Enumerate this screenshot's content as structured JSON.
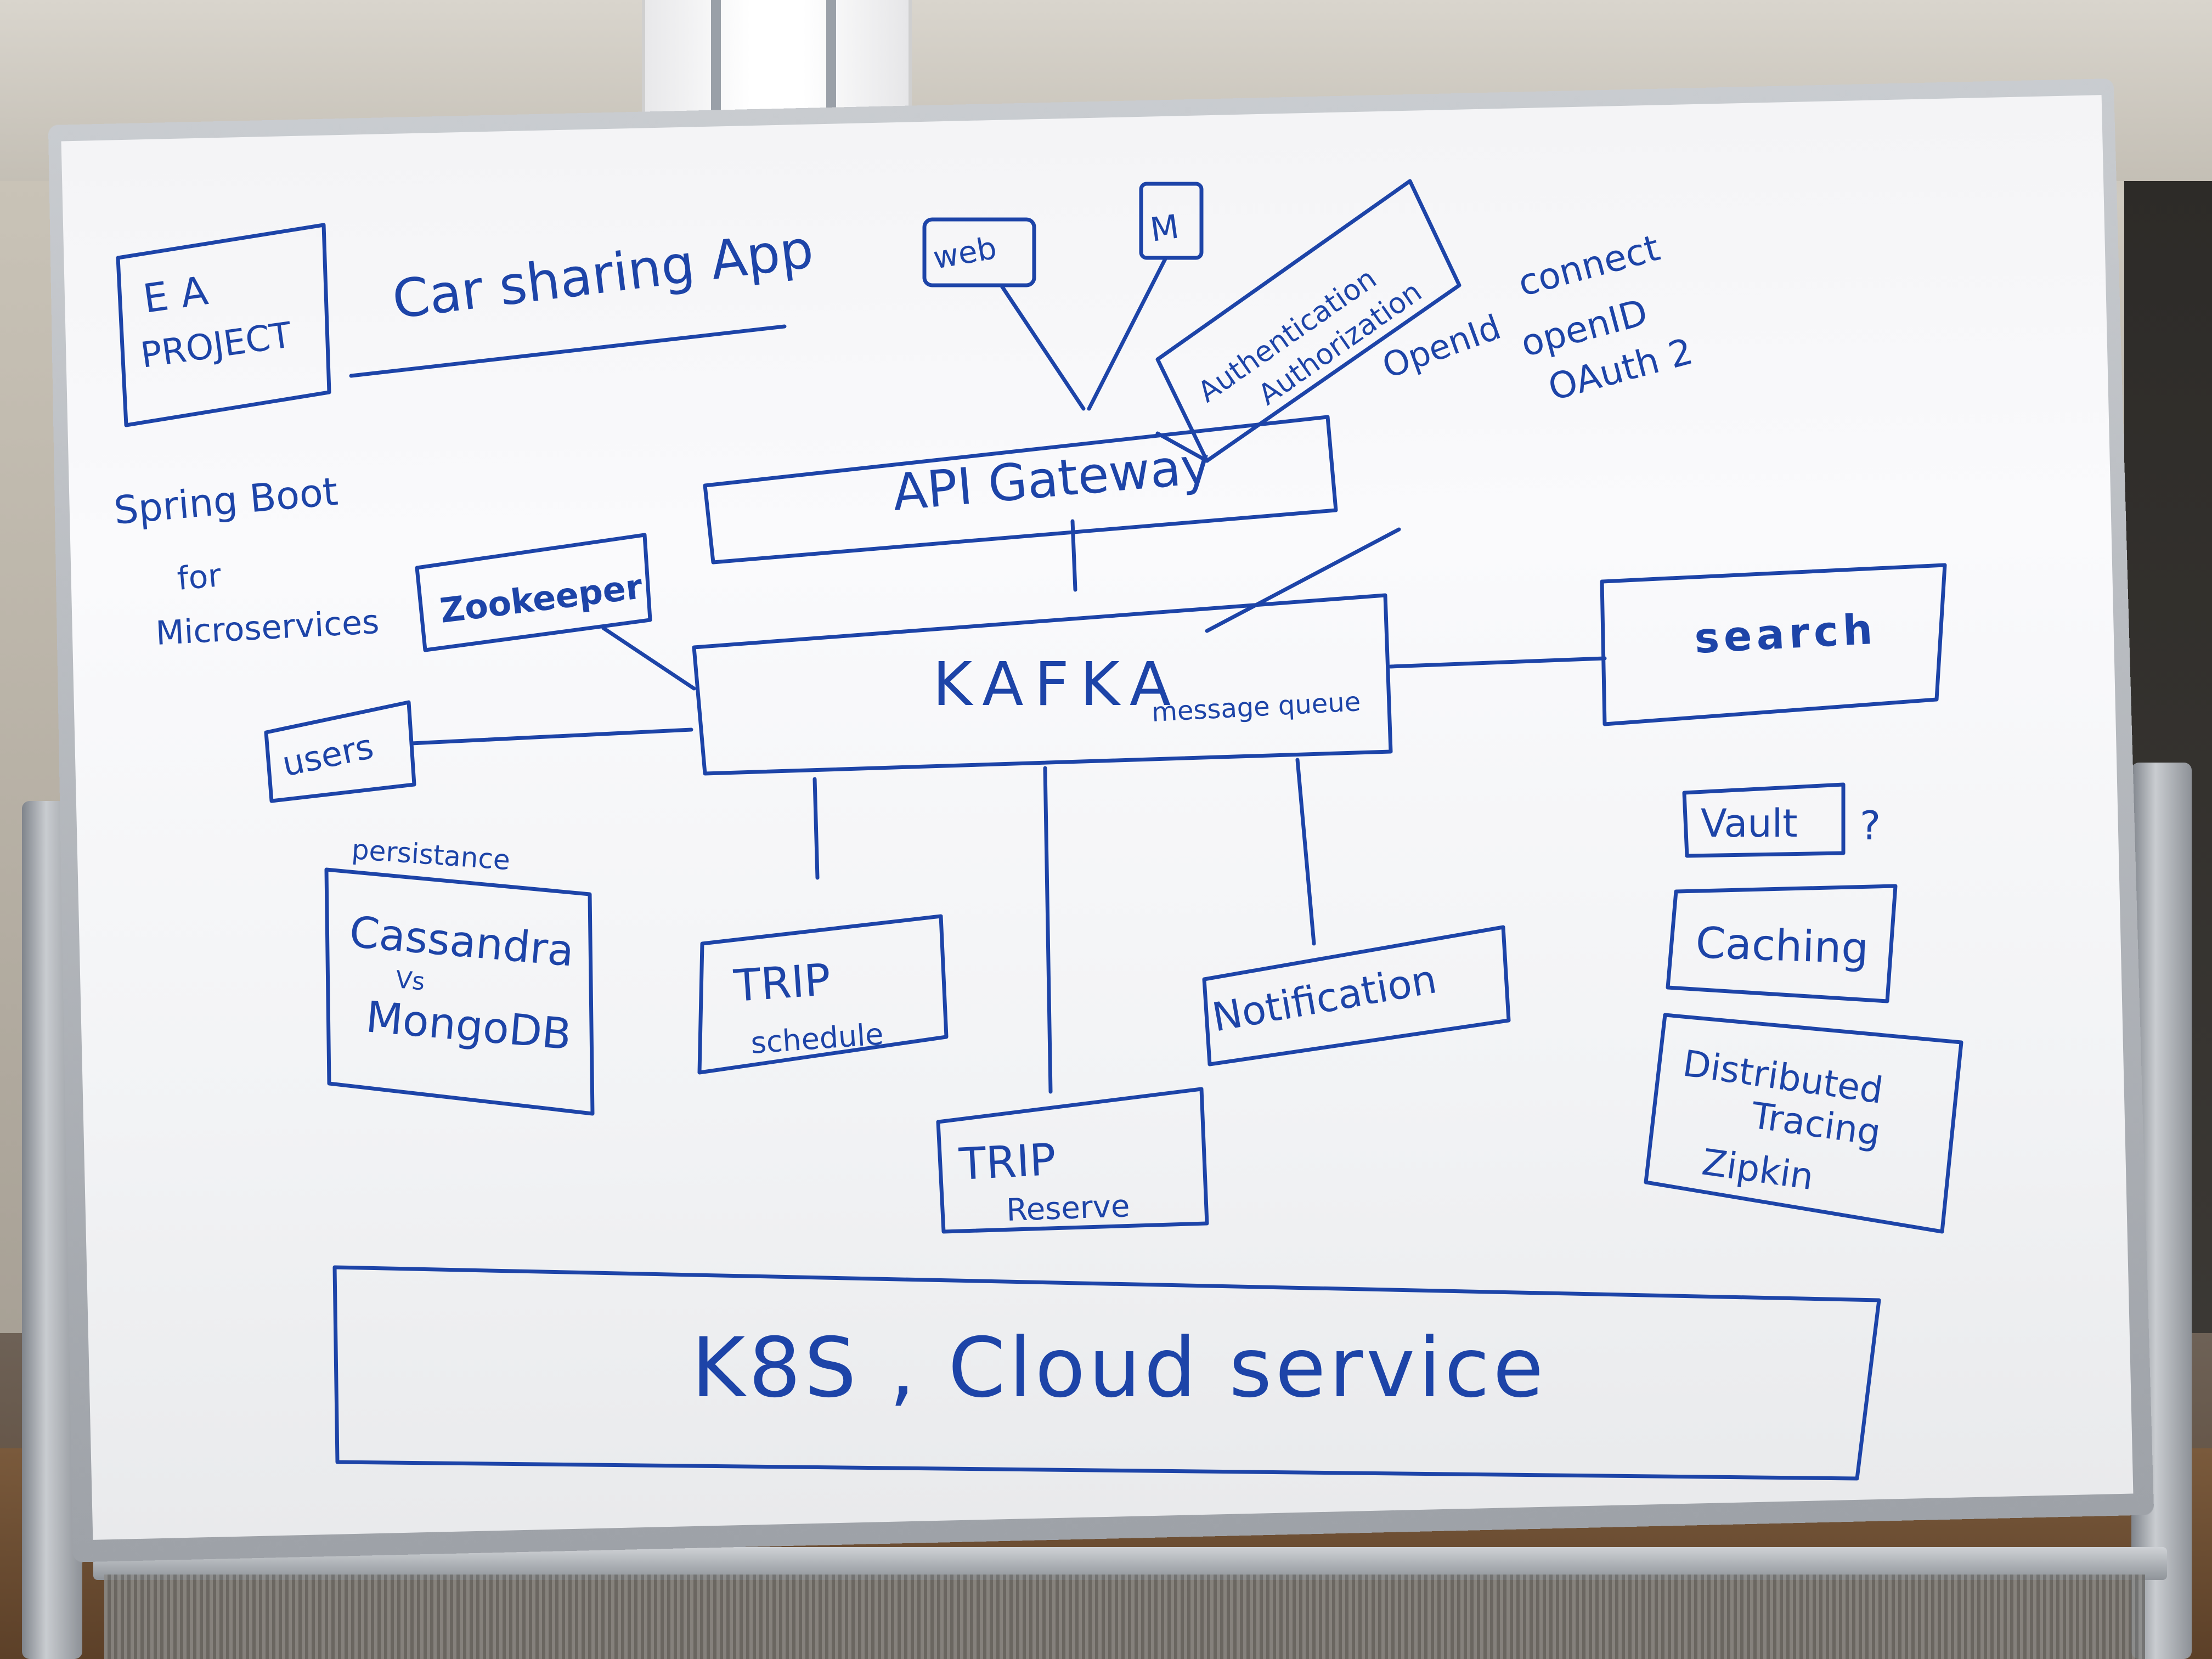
{
  "board": {
    "title_box": {
      "line1": "E A",
      "line2": "PROJECT"
    },
    "app_title": "Car sharing App",
    "notes": {
      "line1": "Spring Boot",
      "line2": "for",
      "line3": "Microservices"
    },
    "clients": {
      "web": "web",
      "mobile": "M"
    },
    "auth": {
      "line1": "Authentication",
      "line2": "Authorization"
    },
    "openid": {
      "openid_connect_1": "OpenId",
      "openid_connect_2": "connect",
      "openid": "openID",
      "oauth": "OAuth 2"
    },
    "gateway": "API Gateway",
    "zookeeper": "Zookeeper",
    "kafka": {
      "title": "KAFKA",
      "subtitle": "message queue"
    },
    "search": "search",
    "users": "users",
    "persistence": {
      "label": "persistance",
      "line1": "Cassandra",
      "line2": "Vs",
      "line3": "MongoDB"
    },
    "trip_schedule": {
      "line1": "TRIP",
      "line2": "schedule"
    },
    "trip_reserve": {
      "line1": "TRIP",
      "line2": "Reserve"
    },
    "notification": "Notification",
    "vault": "Vault",
    "vault_q": "?",
    "caching": "Caching",
    "tracing": {
      "line1": "Distributed",
      "line2": "Tracing",
      "line3": "Zipkin"
    },
    "cloud": "K8S , Cloud service"
  },
  "colors": {
    "ink": "#1d44a8",
    "board": "#f6f7f9"
  }
}
